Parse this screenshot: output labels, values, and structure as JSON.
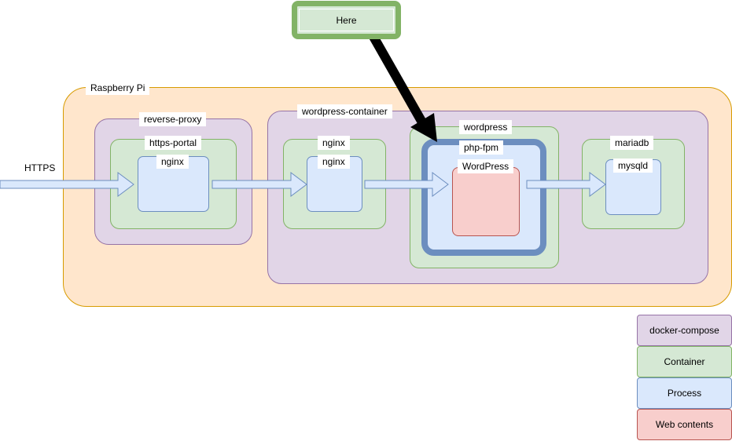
{
  "host": {
    "label": "Raspberry Pi"
  },
  "external": {
    "label": "HTTPS"
  },
  "callout": {
    "label": "Here"
  },
  "reverse_proxy": {
    "compose_label": "reverse-proxy",
    "container_label": "https-portal",
    "process_label": "nginx"
  },
  "wordpress_container": {
    "compose_label": "wordpress-container",
    "nginx_container_label": "nginx",
    "nginx_process_label": "nginx",
    "wordpress_container_label": "wordpress",
    "php_process_label": "php-fpm",
    "web_contents_label": "WordPress",
    "db_container_label": "mariadb",
    "db_process_label": "mysqld"
  },
  "legend": [
    {
      "label": "docker-compose",
      "color": "#e1d5e7",
      "border": "#9673a6"
    },
    {
      "label": "Container",
      "color": "#d5e8d4",
      "border": "#82b366"
    },
    {
      "label": "Process",
      "color": "#dae8fc",
      "border": "#6c8ebf"
    },
    {
      "label": "Web contents",
      "color": "#f8cecc",
      "border": "#b85450"
    }
  ],
  "colors": {
    "host": "#ffe6cc",
    "compose": "#e1d5e7",
    "container": "#d5e8d4",
    "process": "#dae8fc",
    "web_contents": "#f8cecc",
    "highlight_border": "#6c8ebf",
    "callout_border": "#82b366"
  }
}
